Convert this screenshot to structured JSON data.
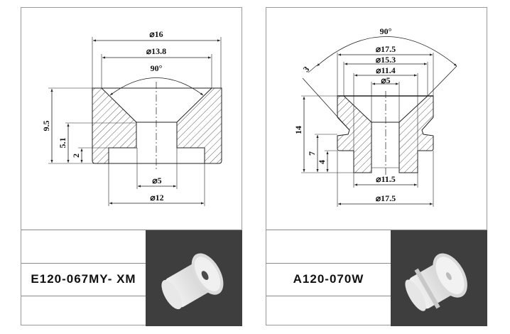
{
  "parts": [
    {
      "code": "E120-067MY- XM",
      "dims": {
        "d16": "⌀16",
        "d13_8": "⌀13.8",
        "angle": "90°",
        "h9_5": "9.5",
        "h5_1": "5.1",
        "h2": "2",
        "d5": "⌀5",
        "d12": "⌀12"
      }
    },
    {
      "code": "A120-070W",
      "dims": {
        "angle": "90°",
        "d17_5_top": "⌀17.5",
        "d15_3": "⌀15.3",
        "d11_4": "⌀11.4",
        "d5": "⌀5",
        "chamfer": "3",
        "h14": "14",
        "h7": "7",
        "h4": "4",
        "d11_5": "⌀11.5",
        "d17_5_bottom": "⌀17.5"
      }
    }
  ],
  "colors": {
    "photo_bg": "#3e3e3e",
    "line": "#222222",
    "border": "#9a9a9a"
  }
}
